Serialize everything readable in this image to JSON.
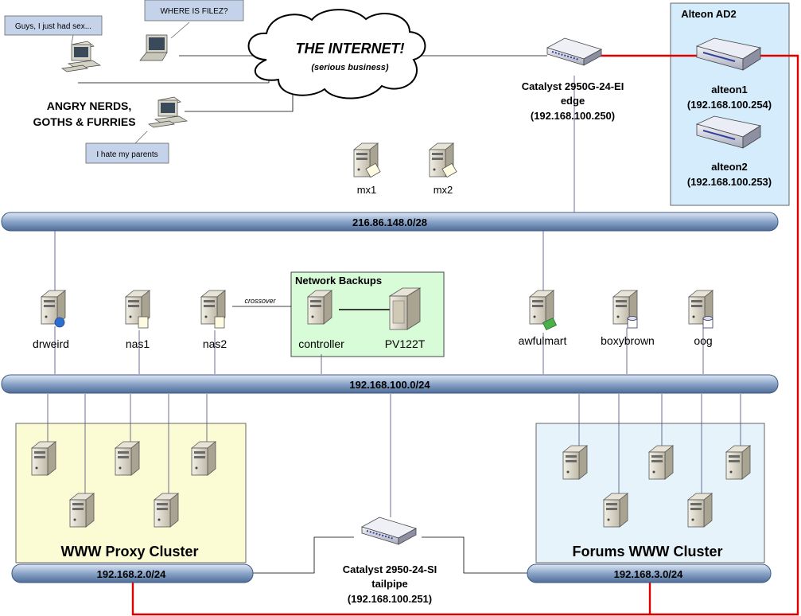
{
  "internet": {
    "title": "THE INTERNET!",
    "subtitle": "(serious business)"
  },
  "bubbles": {
    "b1": "Guys, I just had sex...",
    "b2": "WHERE IS FILEZ?",
    "b3": "I hate my parents"
  },
  "users_caption": {
    "line1": "ANGRY NERDS,",
    "line2": "GOTHS & FURRIES"
  },
  "edge_switch": {
    "line1": "Catalyst 2950G-24-EI",
    "line2": "edge",
    "line3": "(192.168.100.250)"
  },
  "tail_switch": {
    "line1": "Catalyst 2950-24-SI",
    "line2": "tailpipe",
    "line3": "(192.168.100.251)"
  },
  "alteon": {
    "title": "Alteon AD2",
    "a1_name": "alteon1",
    "a1_ip": "(192.168.100.254)",
    "a2_name": "alteon2",
    "a2_ip": "(192.168.100.253)"
  },
  "buses": {
    "public": "216.86.148.0/28",
    "private": "192.168.100.0/24",
    "proxy": "192.168.2.0/24",
    "forums": "192.168.3.0/24"
  },
  "servers": {
    "mx1": "mx1",
    "mx2": "mx2",
    "drweird": "drweird",
    "nas1": "nas1",
    "nas2": "nas2",
    "awfulmart": "awfulmart",
    "boxybrown": "boxybrown",
    "oog": "oog"
  },
  "crossover": "crossover",
  "backups": {
    "title": "Network Backups",
    "controller": "controller",
    "pv": "PV122T"
  },
  "clusters": {
    "proxy": "WWW Proxy Cluster",
    "forums": "Forums WWW Cluster"
  },
  "colors": {
    "bus": "#8aa4c8",
    "red_link": "#e00000",
    "alteon_box": "#d4ecfb",
    "proxy_box": "#fbfbd4",
    "forums_box": "#e6f3fb",
    "backup_box": "#d8fbd8"
  }
}
